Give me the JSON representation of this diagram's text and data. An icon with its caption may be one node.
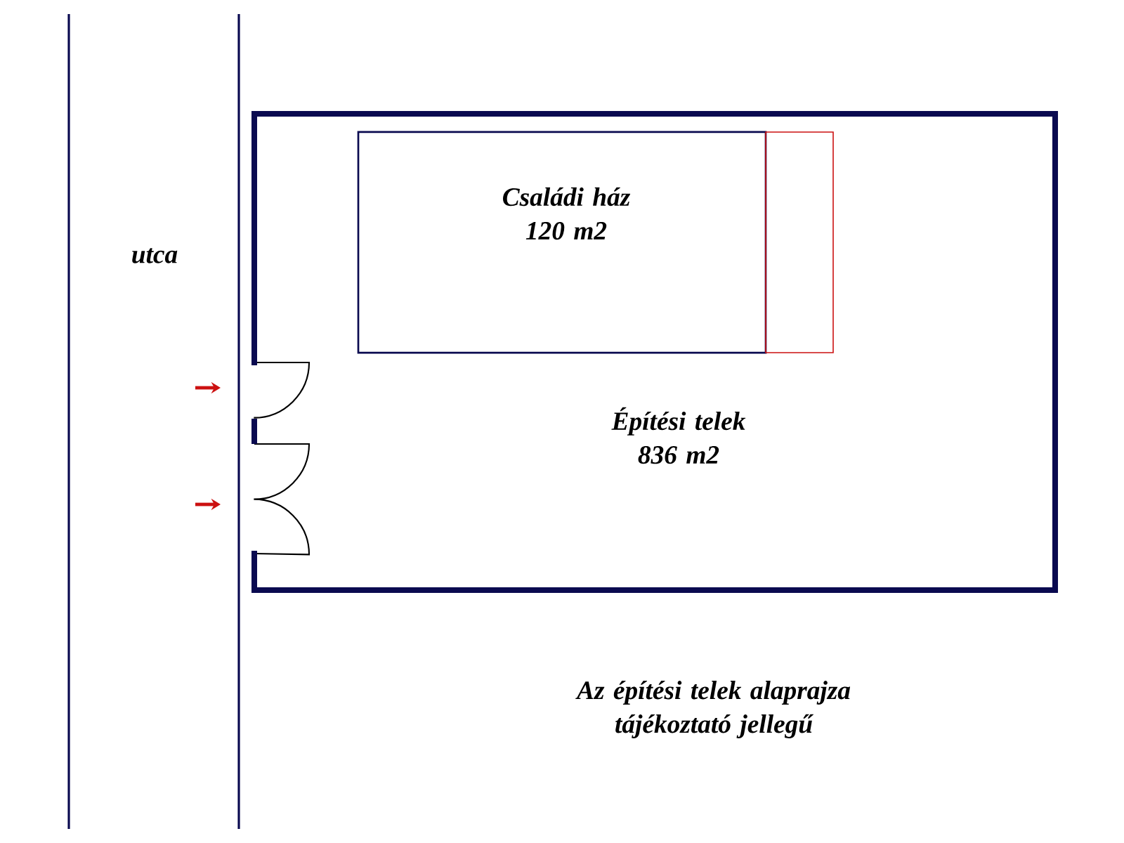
{
  "diagram": {
    "caption": "Az építési telek alaprajza tájékoztató jellegű",
    "nodes": [
      {
        "text": [
          "Építési telek 836 m2"
        ]
      },
      {
        "text": [
          "Családi ház 120 m2"
        ],
        "in": 0
      },
      {
        "text": [],
        "shape": "box",
        "in": 0
      }
    ],
    "labels": [
      "utca"
    ]
  }
}
